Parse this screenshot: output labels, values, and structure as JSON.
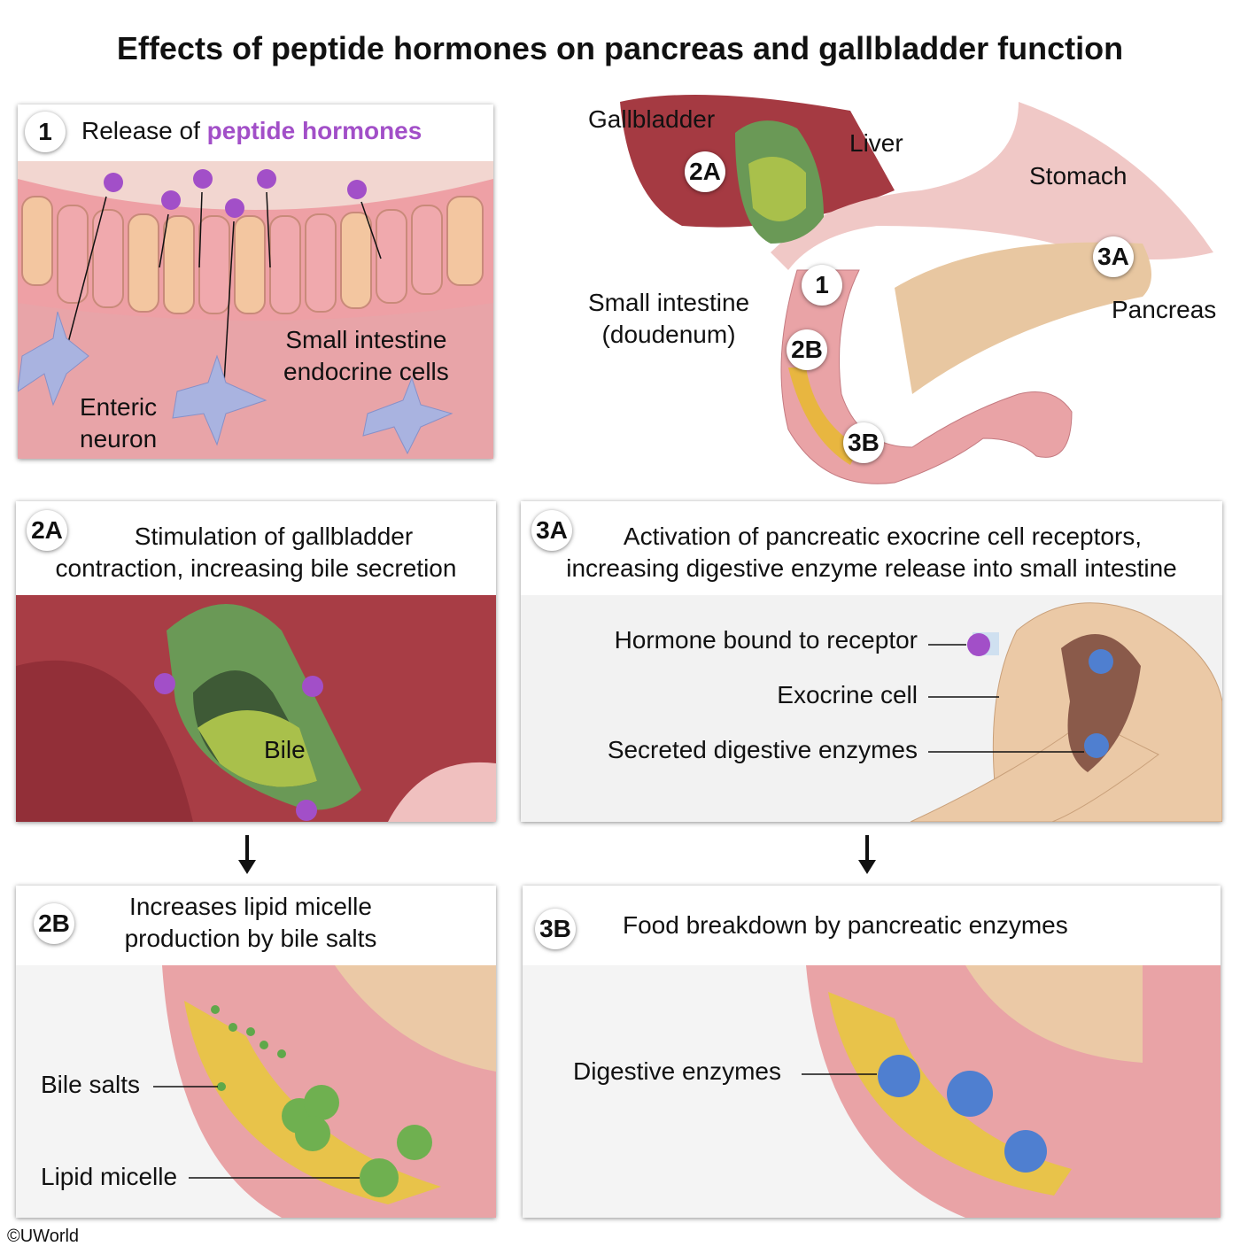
{
  "title": "Effects of peptide hormones on pancreas and gallbladder function",
  "panel1": {
    "badge": "1",
    "heading_prefix": "Release of ",
    "heading_highlight": "peptide hormones",
    "label_endocrine": "Small intestine endocrine cells",
    "label_endocrine_l1": "Small intestine",
    "label_endocrine_l2": "endocrine cells",
    "label_neuron_l1": "Enteric",
    "label_neuron_l2": "neuron"
  },
  "overview": {
    "gallbladder": "Gallbladder",
    "liver": "Liver",
    "stomach": "Stomach",
    "pancreas": "Pancreas",
    "small_intestine_l1": "Small intestine",
    "small_intestine_l2": "(doudenum)",
    "badges": [
      "2A",
      "1",
      "3A",
      "2B",
      "3B"
    ]
  },
  "panel2a": {
    "badge": "2A",
    "heading_l1": "Stimulation of gallbladder",
    "heading_l2": "contraction, increasing bile secretion",
    "bile": "Bile"
  },
  "panel3a": {
    "badge": "3A",
    "heading_l1": "Activation of pancreatic exocrine cell receptors,",
    "heading_l2": "increasing digestive enzyme release into small intestine",
    "labels": [
      "Hormone bound to receptor",
      "Exocrine cell",
      "Secreted digestive enzymes"
    ]
  },
  "panel2b": {
    "badge": "2B",
    "heading_l1": "Increases lipid micelle",
    "heading_l2": "production by bile salts",
    "bile_salts": "Bile salts",
    "lipid_micelle": "Lipid micelle"
  },
  "panel3b": {
    "badge": "3B",
    "heading": "Food breakdown by pancreatic enzymes",
    "enzymes": "Digestive enzymes"
  },
  "copyright": "©UWorld",
  "colors": {
    "hormone": "#a24fc8",
    "tissue": "#e9a3a6",
    "gallbladder": "#6e9a5a",
    "bile": "#a9c04b",
    "pancreas": "#e8c7a1",
    "enzyme": "#4f7fd0"
  }
}
